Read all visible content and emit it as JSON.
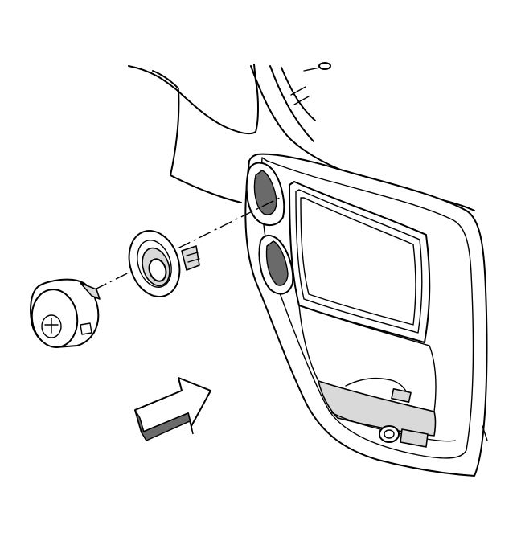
{
  "figure": {
    "type": "exploded-assembly-illustration",
    "colors": {
      "line": "#000000",
      "background": "#ffffff",
      "shade": "#d9d9d9",
      "dark": "#6a6a6a"
    },
    "components": [
      "instrument-panel-bezel",
      "accessory-outlet-retainer",
      "accessory-outlet-cap",
      "view-direction-arrow",
      "alignment-line"
    ],
    "annotations": []
  }
}
